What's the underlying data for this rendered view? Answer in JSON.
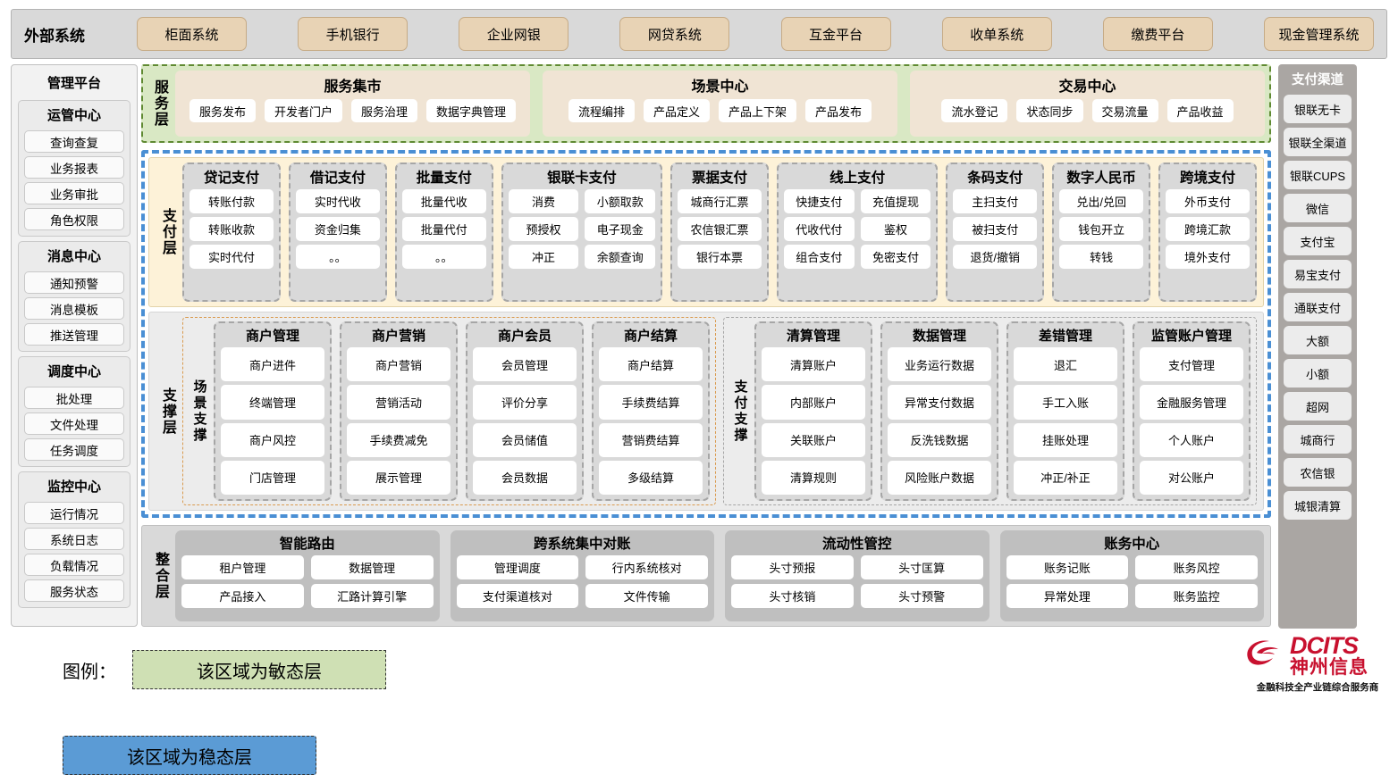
{
  "external": {
    "title": "外部系统",
    "items": [
      "柜面系统",
      "手机银行",
      "企业网银",
      "网贷系统",
      "互金平台",
      "收单系统",
      "缴费平台",
      "现金管理系统"
    ]
  },
  "management": {
    "title": "管理平台",
    "groups": [
      {
        "title": "运管中心",
        "items": [
          "查询查复",
          "业务报表",
          "业务审批",
          "角色权限"
        ]
      },
      {
        "title": "消息中心",
        "items": [
          "通知预警",
          "消息模板",
          "推送管理"
        ]
      },
      {
        "title": "调度中心",
        "items": [
          "批处理",
          "文件处理",
          "任务调度"
        ]
      },
      {
        "title": "监控中心",
        "items": [
          "运行情况",
          "系统日志",
          "负载情况",
          "服务状态"
        ]
      }
    ]
  },
  "service_layer": {
    "label": "服务层",
    "groups": [
      {
        "title": "服务集市",
        "items": [
          "服务发布",
          "开发者门户",
          "服务治理",
          "数据字典管理"
        ]
      },
      {
        "title": "场景中心",
        "items": [
          "流程编排",
          "产品定义",
          "产品上下架",
          "产品发布"
        ]
      },
      {
        "title": "交易中心",
        "items": [
          "流水登记",
          "状态同步",
          "交易流量",
          "产品收益"
        ]
      }
    ]
  },
  "pay_layer": {
    "label": "支付层",
    "columns": [
      {
        "title": "贷记支付",
        "cols": 1,
        "rows": [
          [
            "转账付款"
          ],
          [
            "转账收款"
          ],
          [
            "实时代付"
          ]
        ]
      },
      {
        "title": "借记支付",
        "cols": 1,
        "rows": [
          [
            "实时代收"
          ],
          [
            "资金归集"
          ],
          [
            "。。"
          ]
        ]
      },
      {
        "title": "批量支付",
        "cols": 1,
        "rows": [
          [
            "批量代收"
          ],
          [
            "批量代付"
          ],
          [
            "。。"
          ]
        ]
      },
      {
        "title": "银联卡支付",
        "cols": 2,
        "rows": [
          [
            "消费",
            "小额取款"
          ],
          [
            "预授权",
            "电子现金"
          ],
          [
            "冲正",
            "余额查询"
          ]
        ]
      },
      {
        "title": "票据支付",
        "cols": 1,
        "rows": [
          [
            "城商行汇票"
          ],
          [
            "农信银汇票"
          ],
          [
            "银行本票"
          ]
        ]
      },
      {
        "title": "线上支付",
        "cols": 2,
        "rows": [
          [
            "快捷支付",
            "充值提现"
          ],
          [
            "代收代付",
            "鉴权"
          ],
          [
            "组合支付",
            "免密支付"
          ]
        ]
      },
      {
        "title": "条码支付",
        "cols": 1,
        "rows": [
          [
            "主扫支付"
          ],
          [
            "被扫支付"
          ],
          [
            "退货/撤销"
          ]
        ]
      },
      {
        "title": "数字人民币",
        "cols": 1,
        "rows": [
          [
            "兑出/兑回"
          ],
          [
            "钱包开立"
          ],
          [
            "转钱"
          ]
        ]
      },
      {
        "title": "跨境支付",
        "cols": 1,
        "rows": [
          [
            "外币支付"
          ],
          [
            "跨境汇款"
          ],
          [
            "境外支付"
          ]
        ]
      }
    ]
  },
  "support_layer": {
    "label": "支撑层",
    "scene": {
      "label": "场景支撑",
      "columns": [
        {
          "title": "商户管理",
          "items": [
            "商户进件",
            "终端管理",
            "商户风控",
            "门店管理"
          ]
        },
        {
          "title": "商户营销",
          "items": [
            "商户营销",
            "营销活动",
            "手续费减免",
            "展示管理"
          ]
        },
        {
          "title": "商户会员",
          "items": [
            "会员管理",
            "评价分享",
            "会员储值",
            "会员数据"
          ]
        },
        {
          "title": "商户结算",
          "items": [
            "商户结算",
            "手续费结算",
            "营销费结算",
            "多级结算"
          ]
        }
      ]
    },
    "paysup": {
      "label": "支付支撑",
      "columns": [
        {
          "title": "清算管理",
          "items": [
            "清算账户",
            "内部账户",
            "关联账户",
            "清算规则"
          ]
        },
        {
          "title": "数据管理",
          "items": [
            "业务运行数据",
            "异常支付数据",
            "反洗钱数据",
            "风险账户数据"
          ]
        },
        {
          "title": "差错管理",
          "items": [
            "退汇",
            "手工入账",
            "挂账处理",
            "冲正/补正"
          ]
        },
        {
          "title": "监管账户管理",
          "items": [
            "支付管理",
            "金融服务管理",
            "个人账户",
            "对公账户"
          ]
        }
      ]
    }
  },
  "integration_layer": {
    "label": "整合层",
    "groups": [
      {
        "title": "智能路由",
        "rows": [
          [
            "租户管理",
            "数据管理"
          ],
          [
            "产品接入",
            "汇路计算引擎"
          ]
        ]
      },
      {
        "title": "跨系统集中对账",
        "rows": [
          [
            "管理调度",
            "行内系统核对"
          ],
          [
            "支付渠道核对",
            "文件传输"
          ]
        ]
      },
      {
        "title": "流动性管控",
        "rows": [
          [
            "头寸预报",
            "头寸匡算"
          ],
          [
            "头寸核销",
            "头寸预警"
          ]
        ]
      },
      {
        "title": "账务中心",
        "rows": [
          [
            "账务记账",
            "账务风控"
          ],
          [
            "异常处理",
            "账务监控"
          ]
        ]
      }
    ]
  },
  "channels": {
    "title": "支付渠道",
    "items": [
      "银联无卡",
      "银联全渠道",
      "银联CUPS",
      "微信",
      "支付宝",
      "易宝支付",
      "通联支付",
      "大额",
      "小额",
      "超网",
      "城商行",
      "农信银",
      "城银清算"
    ]
  },
  "legend": {
    "label": "图例：",
    "agile": "该区域为敏态层",
    "stable": "该区域为稳态层",
    "agile_color": "#cfe0b4",
    "stable_color": "#5b9bd5"
  },
  "logo": {
    "en": "DCITS",
    "cn": "神州信息",
    "tagline": "金融科技全产业链综合服务商",
    "color": "#c8102e"
  }
}
